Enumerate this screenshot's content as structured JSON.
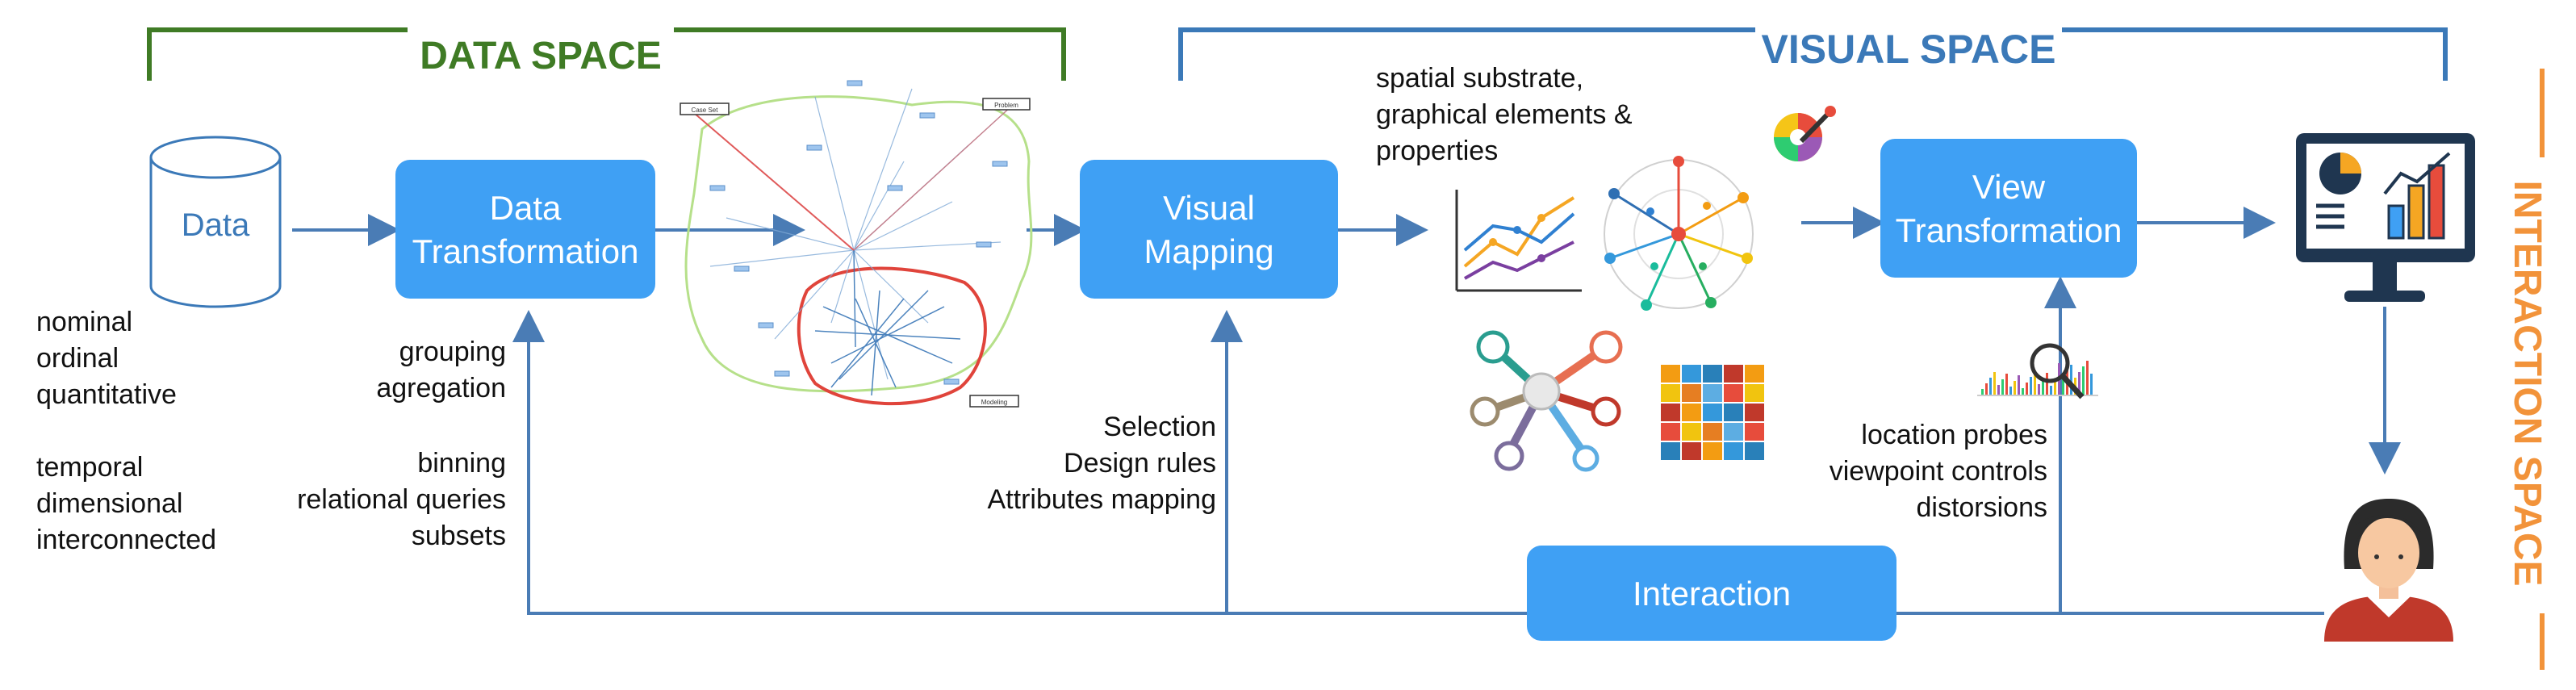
{
  "colors": {
    "data_space": "#3f7b25",
    "visual_space": "#3b79b8",
    "interaction_space": "#f2933a",
    "box": "#3fa0f4",
    "arrow": "#4a7cb5"
  },
  "sections": {
    "data_space": "DATA SPACE",
    "visual_space": "VISUAL SPACE",
    "interaction_space": "INTERACTION SPACE"
  },
  "data_store": {
    "label": "Data",
    "icon": "cylinder-database-icon"
  },
  "boxes": {
    "data_transformation": [
      "Data",
      "Transformation"
    ],
    "visual_mapping": [
      "Visual",
      "Mapping"
    ],
    "view_transformation": [
      "View",
      "Transformation"
    ],
    "interaction": "Interaction"
  },
  "notes": {
    "data_types": [
      "nominal",
      "ordinal",
      "quantitative",
      "",
      "temporal",
      "dimensional",
      "interconnected"
    ],
    "transformation_ops": [
      "grouping",
      "agregation",
      "",
      "binning",
      "relational queries",
      "subsets"
    ],
    "mapping_ops": [
      "Selection",
      "Design rules",
      "Attributes mapping"
    ],
    "visual_elements": [
      "spatial substrate,",
      "graphical elements &",
      "properties"
    ],
    "view_ops": [
      "location probes",
      "viewpoint controls",
      "distorsions"
    ]
  },
  "network_graph": {
    "labels": [
      "Case Set",
      "Problem",
      "Modeling"
    ]
  },
  "icons": {
    "display": "monitor-dashboard-icon",
    "user": "user-avatar-icon",
    "palette": "color-palette-icon",
    "zoom": "magnifier-chart-icon",
    "line_chart": "line-chart-icon",
    "radial": "radial-graph-icon",
    "bubble": "bubble-network-icon",
    "heatmap": "heatmap-icon"
  }
}
